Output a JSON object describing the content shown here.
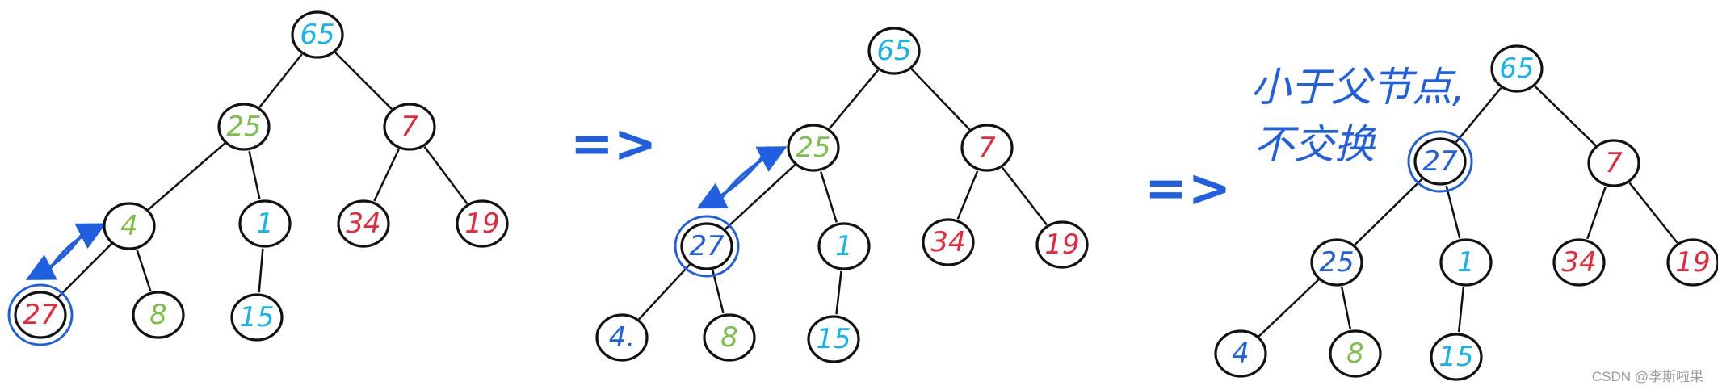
{
  "colors": {
    "cyan": "#16b4e8",
    "green": "#7cc04a",
    "red": "#e6283c",
    "blue": "#1f5fe0",
    "stroke": "#111111"
  },
  "diagram": {
    "trees": [
      {
        "id": "tree-1",
        "nodes": [
          {
            "id": "n65",
            "label": "65",
            "color": "cyan"
          },
          {
            "id": "n25",
            "label": "25",
            "color": "green"
          },
          {
            "id": "n7",
            "label": "7",
            "color": "red"
          },
          {
            "id": "n4",
            "label": "4",
            "color": "green"
          },
          {
            "id": "n1",
            "label": "1",
            "color": "cyan"
          },
          {
            "id": "n34",
            "label": "34",
            "color": "red"
          },
          {
            "id": "n19",
            "label": "19",
            "color": "red"
          },
          {
            "id": "n27",
            "label": "27",
            "color": "red",
            "highlight": true
          },
          {
            "id": "n8",
            "label": "8",
            "color": "green"
          },
          {
            "id": "n15",
            "label": "15",
            "color": "cyan"
          }
        ],
        "edges": [
          [
            "n65",
            "n25"
          ],
          [
            "n65",
            "n7"
          ],
          [
            "n25",
            "n4"
          ],
          [
            "n25",
            "n1"
          ],
          [
            "n7",
            "n34"
          ],
          [
            "n7",
            "n19"
          ],
          [
            "n4",
            "n27"
          ],
          [
            "n4",
            "n8"
          ],
          [
            "n1",
            "n15"
          ]
        ],
        "swap": [
          "n4",
          "n27"
        ]
      },
      {
        "id": "tree-2",
        "nodes": [
          {
            "id": "n65",
            "label": "65",
            "color": "cyan"
          },
          {
            "id": "n25",
            "label": "25",
            "color": "green"
          },
          {
            "id": "n7",
            "label": "7",
            "color": "red"
          },
          {
            "id": "n27",
            "label": "27",
            "color": "blue",
            "highlight": true
          },
          {
            "id": "n1",
            "label": "1",
            "color": "cyan"
          },
          {
            "id": "n34",
            "label": "34",
            "color": "red"
          },
          {
            "id": "n19",
            "label": "19",
            "color": "red"
          },
          {
            "id": "n4",
            "label": "4.",
            "color": "blue"
          },
          {
            "id": "n8",
            "label": "8",
            "color": "green"
          },
          {
            "id": "n15",
            "label": "15",
            "color": "cyan"
          }
        ],
        "edges": [
          [
            "n65",
            "n25"
          ],
          [
            "n65",
            "n7"
          ],
          [
            "n25",
            "n27"
          ],
          [
            "n25",
            "n1"
          ],
          [
            "n7",
            "n34"
          ],
          [
            "n7",
            "n19"
          ],
          [
            "n27",
            "n4"
          ],
          [
            "n27",
            "n8"
          ],
          [
            "n1",
            "n15"
          ]
        ],
        "swap": [
          "n25",
          "n27"
        ]
      },
      {
        "id": "tree-3",
        "nodes": [
          {
            "id": "n65",
            "label": "65",
            "color": "cyan"
          },
          {
            "id": "n27",
            "label": "27",
            "color": "blue",
            "highlight": true
          },
          {
            "id": "n7",
            "label": "7",
            "color": "red"
          },
          {
            "id": "n25",
            "label": "25",
            "color": "blue"
          },
          {
            "id": "n1",
            "label": "1",
            "color": "cyan"
          },
          {
            "id": "n34",
            "label": "34",
            "color": "red"
          },
          {
            "id": "n19",
            "label": "19",
            "color": "red"
          },
          {
            "id": "n4",
            "label": "4",
            "color": "blue"
          },
          {
            "id": "n8",
            "label": "8",
            "color": "green"
          },
          {
            "id": "n15",
            "label": "15",
            "color": "cyan"
          }
        ],
        "edges": [
          [
            "n65",
            "n27"
          ],
          [
            "n65",
            "n7"
          ],
          [
            "n27",
            "n25"
          ],
          [
            "n27",
            "n1"
          ],
          [
            "n7",
            "n34"
          ],
          [
            "n7",
            "n19"
          ],
          [
            "n25",
            "n4"
          ],
          [
            "n25",
            "n8"
          ],
          [
            "n1",
            "n15"
          ]
        ],
        "swap": null
      }
    ],
    "arrows": [
      "=>",
      "=>"
    ],
    "note": {
      "line1": "小于父节点,",
      "line2": "不交换"
    }
  },
  "watermark": "CSDN @李斯啦果"
}
